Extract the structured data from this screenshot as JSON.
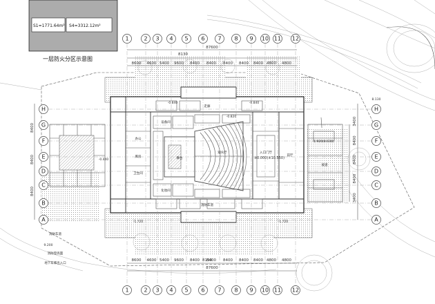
{
  "legend": {
    "zone1": "S1=1771.64m²",
    "zone2": "S4=3312.12m²",
    "title": "一层防火分区示意图"
  },
  "grid": {
    "cols": [
      "1",
      "2",
      "3",
      "4",
      "5",
      "6",
      "7",
      "8",
      "9",
      "10",
      "11",
      "12"
    ],
    "rows": [
      "H",
      "G",
      "F",
      "E",
      "D",
      "C",
      "B",
      "A"
    ]
  },
  "dims": {
    "top_total": "87600",
    "bottom_total": "87600",
    "top_segments": [
      "8600",
      "4600",
      "5400",
      "9600",
      "8400",
      "8400",
      "8400",
      "8400",
      "8400",
      "4800",
      "4800"
    ],
    "bottom_segments": [
      "8600",
      "4600",
      "5400",
      "9600",
      "8400",
      "8400",
      "8400",
      "8400",
      "8400",
      "4800",
      "4800"
    ],
    "top_small": "8130",
    "bottom_small": "8150",
    "right_dims": [
      "3400",
      "8400",
      "8400",
      "8400",
      "3400"
    ],
    "left_dims": [
      "8400",
      "8400",
      "8400"
    ]
  },
  "elevations": {
    "center": "±0.000(±10.550)",
    "e1": "-0.840",
    "e2": "-0.840",
    "e3": "-0.820",
    "e4": "-1.720",
    "e5": "-1.720",
    "e6": "-1.920(8.630)",
    "e7": "9.200",
    "e8": "-0.440",
    "e9": "8.130"
  },
  "rooms": {
    "entrance_hall": "入口门厅",
    "stage": "舞台",
    "audience": "观众厅",
    "lobby": "前厅",
    "office": "办公",
    "storage": "库房",
    "toilet": "卫生间",
    "corridor": "走廊",
    "equipment": "设备间",
    "dressing": "化妆间",
    "ramp": "坡道",
    "fire_lane": "消防车道"
  },
  "notes": {
    "n1": "消防车道",
    "n2": "消防登高面",
    "n3": "地下车库出入口"
  }
}
